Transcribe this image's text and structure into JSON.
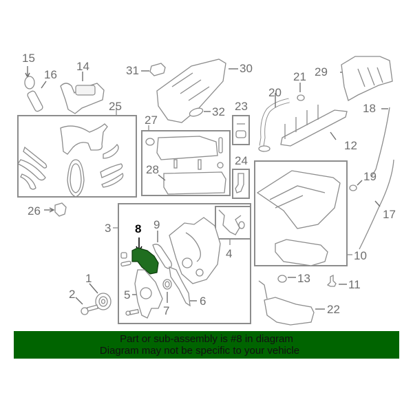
{
  "diagram": {
    "highlighted_part": "8",
    "highlight_color": "#1f6e1f",
    "callouts": [
      {
        "id": "1",
        "label": "1"
      },
      {
        "id": "2",
        "label": "2"
      },
      {
        "id": "3",
        "label": "3"
      },
      {
        "id": "4",
        "label": "4"
      },
      {
        "id": "5",
        "label": "5"
      },
      {
        "id": "6",
        "label": "6"
      },
      {
        "id": "7",
        "label": "7"
      },
      {
        "id": "8",
        "label": "8"
      },
      {
        "id": "9",
        "label": "9"
      },
      {
        "id": "10",
        "label": "10"
      },
      {
        "id": "11",
        "label": "11"
      },
      {
        "id": "12",
        "label": "12"
      },
      {
        "id": "13",
        "label": "13"
      },
      {
        "id": "14",
        "label": "14"
      },
      {
        "id": "15",
        "label": "15"
      },
      {
        "id": "16",
        "label": "16"
      },
      {
        "id": "17",
        "label": "17"
      },
      {
        "id": "18",
        "label": "18"
      },
      {
        "id": "19",
        "label": "19"
      },
      {
        "id": "20",
        "label": "20"
      },
      {
        "id": "21",
        "label": "21"
      },
      {
        "id": "22",
        "label": "22"
      },
      {
        "id": "23",
        "label": "23"
      },
      {
        "id": "24",
        "label": "24"
      },
      {
        "id": "25",
        "label": "25"
      },
      {
        "id": "26",
        "label": "26"
      },
      {
        "id": "27",
        "label": "27"
      },
      {
        "id": "28",
        "label": "28"
      },
      {
        "id": "29",
        "label": "29"
      },
      {
        "id": "30",
        "label": "30"
      },
      {
        "id": "31",
        "label": "31"
      },
      {
        "id": "32",
        "label": "32"
      }
    ]
  },
  "banner": {
    "line1": "Part or sub-assembly is #8 in diagram",
    "line2": "Diagram may not be specific to your vehicle",
    "background": "#006400"
  }
}
